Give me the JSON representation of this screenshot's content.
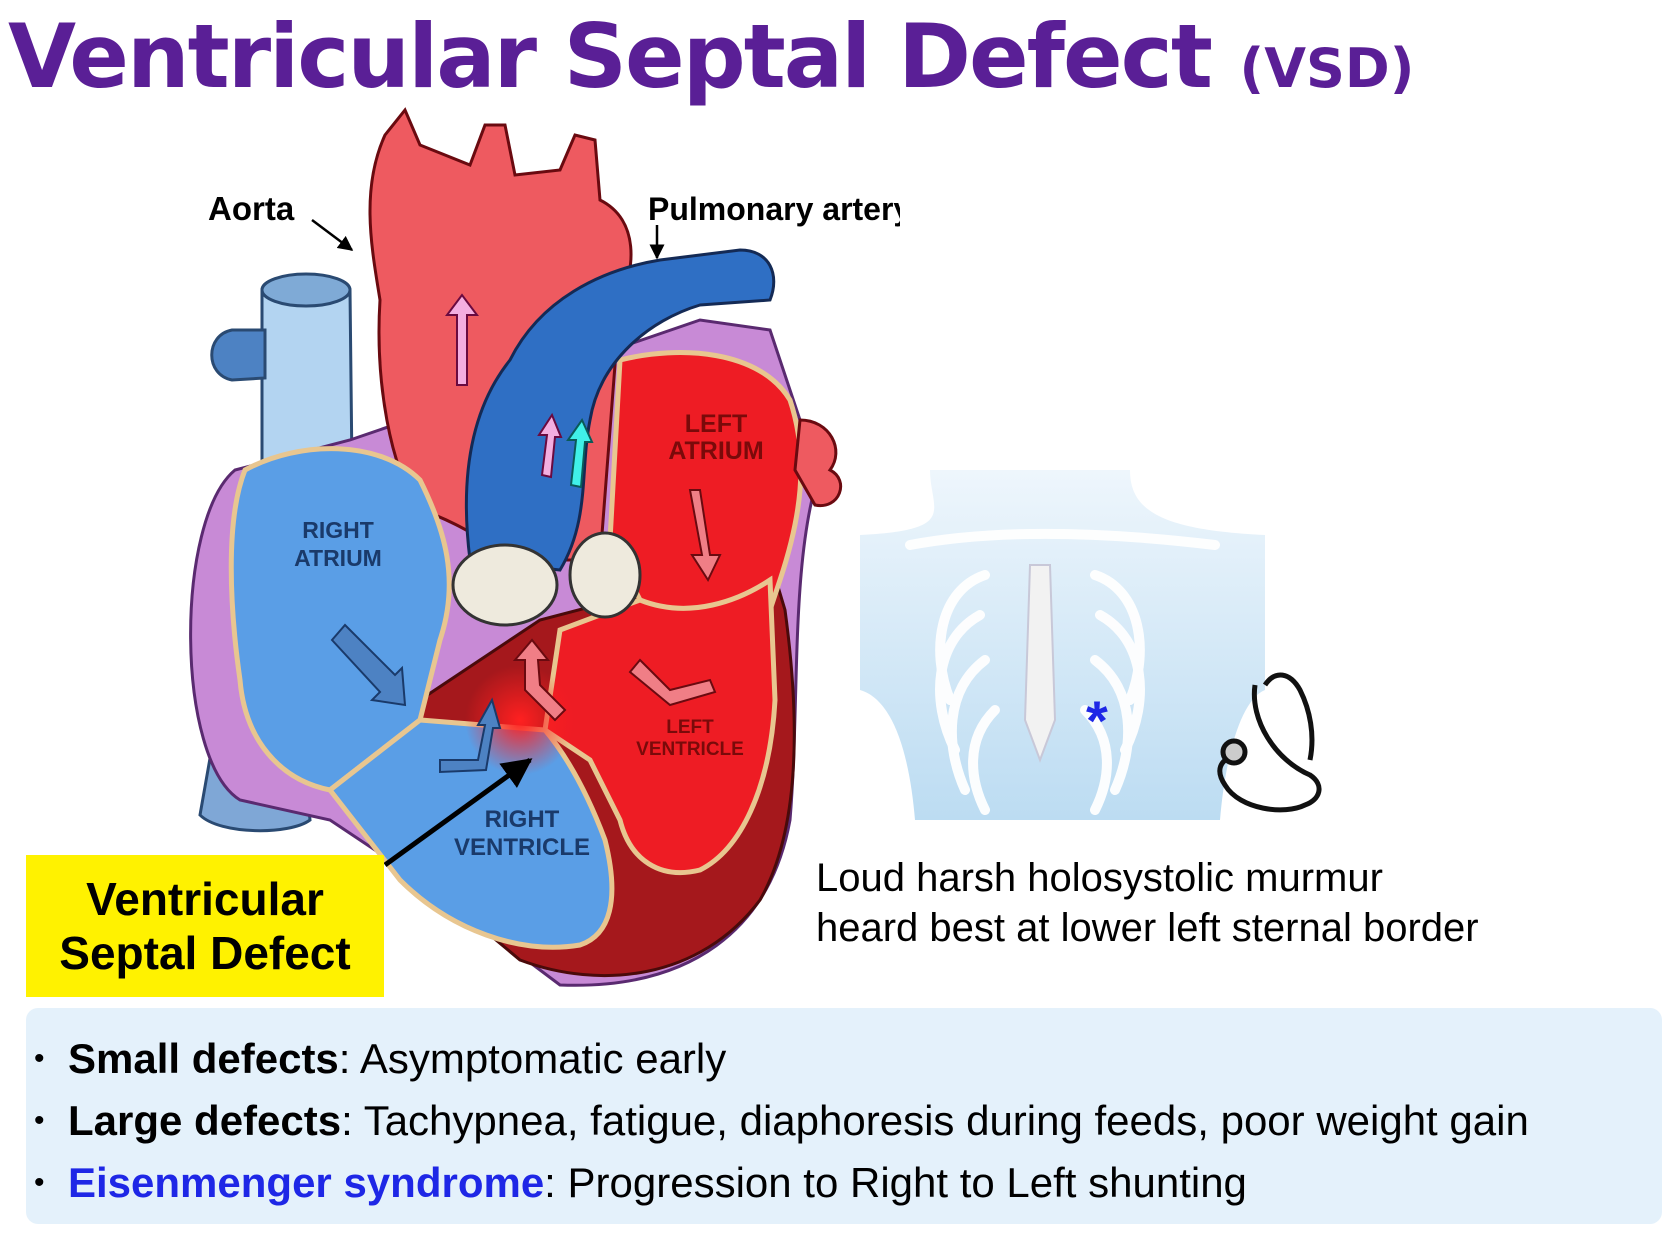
{
  "title": {
    "main": "Ventricular Septal Defect",
    "abbr": "(VSD)"
  },
  "heart_labels": {
    "aorta": "Aorta",
    "pulmonary_artery": "Pulmonary artery",
    "left_atrium": [
      "LEFT",
      "ATRIUM"
    ],
    "right_atrium": [
      "RIGHT",
      "ATRIUM"
    ],
    "left_ventricle": [
      "LEFT",
      "VENTRICLE"
    ],
    "right_ventricle": [
      "RIGHT",
      "VENTRICLE"
    ]
  },
  "callout": {
    "line1": "Ventricular",
    "line2": "Septal Defect"
  },
  "auscultation": {
    "line1": "Loud harsh holosystolic murmur",
    "line2": "heard best at lower left sternal border",
    "marker": "*"
  },
  "bullets": [
    {
      "term": "Small defects",
      "text": ": Asymptomatic early",
      "term_color": "#000000"
    },
    {
      "term": "Large defects",
      "text": ": Tachypnea, fatigue, diaphoresis during feeds, poor weight gain",
      "term_color": "#000000"
    },
    {
      "term": "Eisenmenger syndrome",
      "text": ": Progression to Right to Left shunting",
      "term_color": "#1e27e6"
    }
  ],
  "colors": {
    "title": "#5a1f96",
    "oxygenated": "#ee1c24",
    "deoxygenated": "#5a9ee6",
    "pulmonary": "#2f6fc4",
    "myocardium": "#a5181c",
    "pericardium": "#c88ad6",
    "callout_bg": "#fff200",
    "info_bg": "#e4f1fb"
  }
}
